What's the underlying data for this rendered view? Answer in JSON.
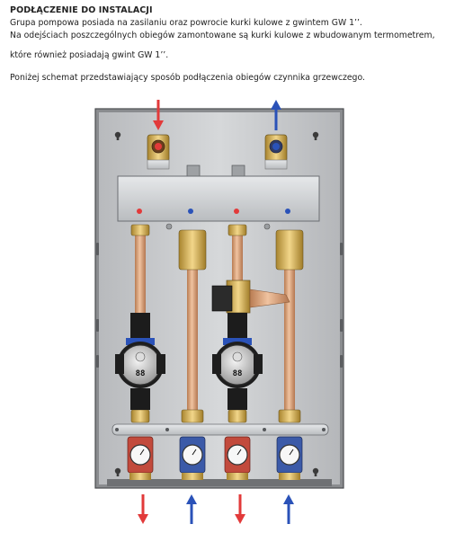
{
  "document": {
    "heading": "PODŁĄCZENIE DO INSTALACJI",
    "paragraph_1_line_1": "Grupa pompowa posiada na zasilaniu oraz powrocie kurki kulowe z gwintem GW 1’’.",
    "paragraph_1_line_2": "Na odejściach poszczególnych obiegów zamontowane są kurki kulowe z wbudowanym termometrem,",
    "paragraph_1_line_3": "które również posiadają gwint GW 1’’.",
    "paragraph_2": "Poniżej schemat przedstawiający sposób podłączenia obiegów czynnika grzewczego."
  },
  "diagram": {
    "pump_display_value": "88",
    "colors": {
      "supply": "#e23a3a",
      "return": "#2a52b8",
      "cabinet": "#c9cbcd",
      "copper": "#d9a27a",
      "brass": "#d8b45a"
    },
    "arrows_top": [
      "supply",
      "return"
    ],
    "arrows_bottom": [
      "supply",
      "return",
      "supply",
      "return"
    ]
  }
}
